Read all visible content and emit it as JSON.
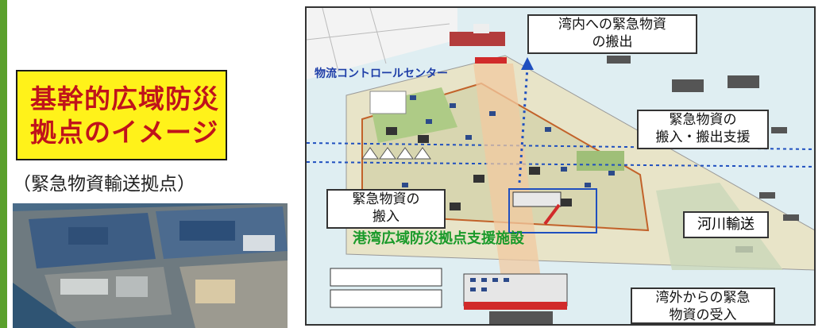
{
  "title": {
    "line1": "基幹的広域防災",
    "line2": "拠点のイメージ"
  },
  "subtitle": "（緊急物資輸送拠点）",
  "map": {
    "control_center_label": "物流コントロールセンター",
    "facility_label": "港湾広域防災拠点支援施設",
    "callouts": {
      "bay_inside_out": {
        "line1": "湾内への緊急物資",
        "line2": "の搬出"
      },
      "support": {
        "line1": "緊急物資の",
        "line2": "搬入・搬出支援"
      },
      "carry_in": {
        "line1": "緊急物資の",
        "line2": "搬入"
      },
      "river": "河川輸送",
      "bay_outside_in": {
        "line1": "湾外からの緊急",
        "line2": "物資の受入"
      }
    }
  },
  "colors": {
    "title_bg": "#fff21a",
    "title_text": "#c0131b",
    "side_strip": "#5aa02c",
    "route_blue": "#1f4fbf",
    "facility_green": "#1a9a2a",
    "pier_red": "#d12a2a"
  }
}
